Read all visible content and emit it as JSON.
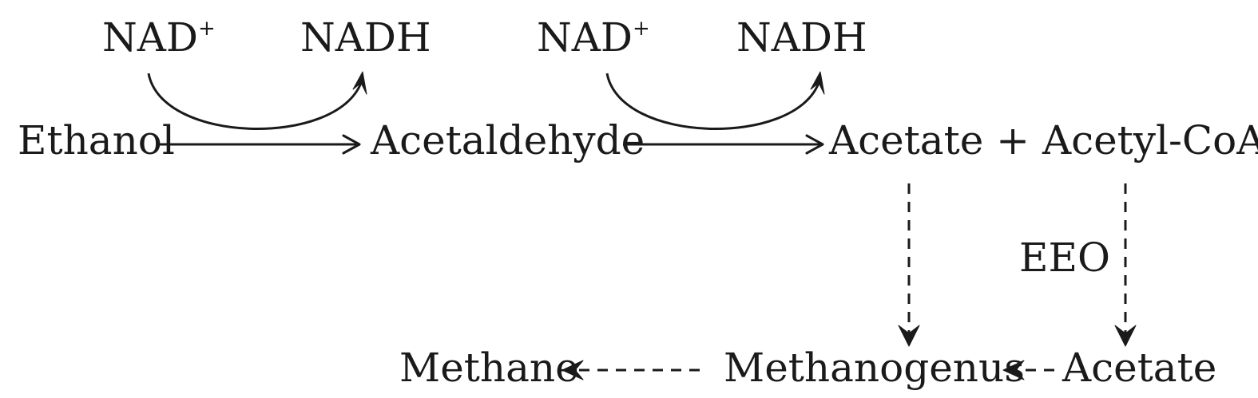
{
  "cofactors": {
    "left": {
      "oxidized_base": "NAD",
      "oxidized_sup": "+",
      "reduced": "NADH"
    },
    "right": {
      "oxidized_base": "NAD",
      "oxidized_sup": "+",
      "reduced": "NADH"
    }
  },
  "nodes": {
    "ethanol": "Ethanol",
    "acetaldehyde": "Acetaldehyde",
    "acetate_plus": "Acetate + Acetyl-CoA",
    "eeo": "EEO",
    "methane": "Methane",
    "methanogenus": "Methanogenus",
    "acetate_bottom": "Acetate"
  }
}
